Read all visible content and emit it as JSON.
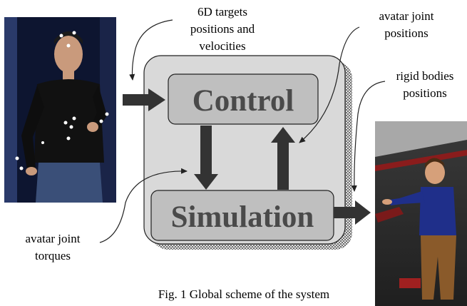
{
  "diagram": {
    "control_label": "Control",
    "simulation_label": "Simulation",
    "input_label_lines": [
      "6D targets",
      "positions and",
      "velocities"
    ],
    "joint_positions_label_lines": [
      "avatar joint",
      "positions"
    ],
    "rigid_bodies_label_lines": [
      "rigid bodies",
      "positions"
    ],
    "joint_torques_label_lines": [
      "avatar joint",
      "torques"
    ],
    "caption": "Fig. 1 Global scheme of the system"
  },
  "images": {
    "left_photo": "person wearing motion capture markers",
    "right_render": "3D avatar in simulated environment"
  },
  "colors": {
    "panel_fill": "#d9d9d9",
    "box_fill": "#bfbfbf",
    "arrow": "#333333",
    "box_text": "#4a4a4a"
  }
}
